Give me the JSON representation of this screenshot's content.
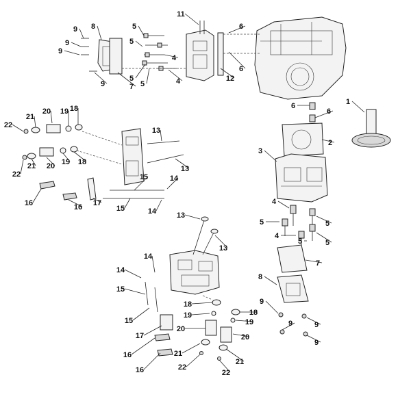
{
  "diagram": {
    "callouts": [
      {
        "id": "c-11",
        "label": "11"
      },
      {
        "id": "c-6a",
        "label": "6"
      },
      {
        "id": "c-6b",
        "label": "6"
      },
      {
        "id": "c-12",
        "label": "12"
      },
      {
        "id": "c-9a",
        "label": "9"
      },
      {
        "id": "c-9b",
        "label": "9"
      },
      {
        "id": "c-9c",
        "label": "9"
      },
      {
        "id": "c-9d",
        "label": "9"
      },
      {
        "id": "c-8a",
        "label": "8"
      },
      {
        "id": "c-7a",
        "label": "7"
      },
      {
        "id": "c-5a",
        "label": "5"
      },
      {
        "id": "c-5b",
        "label": "5"
      },
      {
        "id": "c-5c",
        "label": "5"
      },
      {
        "id": "c-5d",
        "label": "5"
      },
      {
        "id": "c-4a",
        "label": "4"
      },
      {
        "id": "c-4b",
        "label": "4"
      },
      {
        "id": "c-6c",
        "label": "6"
      },
      {
        "id": "c-6d",
        "label": "6"
      },
      {
        "id": "c-1",
        "label": "1"
      },
      {
        "id": "c-2",
        "label": "2"
      },
      {
        "id": "c-3",
        "label": "3"
      },
      {
        "id": "c-4c",
        "label": "4"
      },
      {
        "id": "c-4d",
        "label": "4"
      },
      {
        "id": "c-5e",
        "label": "5"
      },
      {
        "id": "c-5f",
        "label": "5"
      },
      {
        "id": "c-5g",
        "label": "5"
      },
      {
        "id": "c-5h",
        "label": "5"
      },
      {
        "id": "c-7b",
        "label": "7"
      },
      {
        "id": "c-8b",
        "label": "8"
      },
      {
        "id": "c-9e",
        "label": "9"
      },
      {
        "id": "c-9f",
        "label": "9"
      },
      {
        "id": "c-9g",
        "label": "9"
      },
      {
        "id": "c-9h",
        "label": "9"
      },
      {
        "id": "c-22a",
        "label": "22"
      },
      {
        "id": "c-21a",
        "label": "21"
      },
      {
        "id": "c-20a",
        "label": "20"
      },
      {
        "id": "c-19a",
        "label": "19"
      },
      {
        "id": "c-18a",
        "label": "18"
      },
      {
        "id": "c-13a",
        "label": "13"
      },
      {
        "id": "c-22b",
        "label": "22"
      },
      {
        "id": "c-21b",
        "label": "21"
      },
      {
        "id": "c-20b",
        "label": "20"
      },
      {
        "id": "c-19b",
        "label": "19"
      },
      {
        "id": "c-18b",
        "label": "18"
      },
      {
        "id": "c-13b",
        "label": "13"
      },
      {
        "id": "c-15a",
        "label": "15"
      },
      {
        "id": "c-14a",
        "label": "14"
      },
      {
        "id": "c-16a",
        "label": "16"
      },
      {
        "id": "c-16b",
        "label": "16"
      },
      {
        "id": "c-17a",
        "label": "17"
      },
      {
        "id": "c-15b",
        "label": "15"
      },
      {
        "id": "c-14b",
        "label": "14"
      },
      {
        "id": "c-13c",
        "label": "13"
      },
      {
        "id": "c-13d",
        "label": "13"
      },
      {
        "id": "c-14c",
        "label": "14"
      },
      {
        "id": "c-14d",
        "label": "14"
      },
      {
        "id": "c-15c",
        "label": "15"
      },
      {
        "id": "c-15d",
        "label": "15"
      },
      {
        "id": "c-18c",
        "label": "18"
      },
      {
        "id": "c-18d",
        "label": "18"
      },
      {
        "id": "c-19c",
        "label": "19"
      },
      {
        "id": "c-19d",
        "label": "19"
      },
      {
        "id": "c-20c",
        "label": "20"
      },
      {
        "id": "c-20d",
        "label": "20"
      },
      {
        "id": "c-17b",
        "label": "17"
      },
      {
        "id": "c-16c",
        "label": "16"
      },
      {
        "id": "c-16d",
        "label": "16"
      },
      {
        "id": "c-21c",
        "label": "21"
      },
      {
        "id": "c-21d",
        "label": "21"
      },
      {
        "id": "c-22c",
        "label": "22"
      },
      {
        "id": "c-22d",
        "label": "22"
      }
    ]
  }
}
